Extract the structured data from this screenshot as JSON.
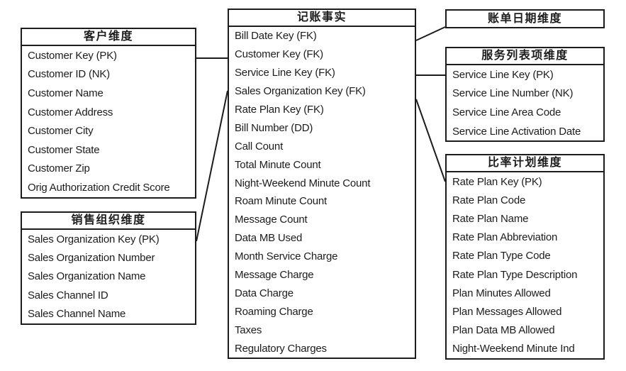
{
  "entities": {
    "customer": {
      "title": "客户维度",
      "rows": [
        "Customer Key (PK)",
        "Customer ID (NK)",
        "Customer Name",
        "Customer Address",
        "Customer City",
        "Customer State",
        "Customer Zip",
        "Orig Authorization Credit Score"
      ]
    },
    "sales_org": {
      "title": "销售组织维度",
      "rows": [
        "Sales Organization Key (PK)",
        "Sales Organization Number",
        "Sales Organization Name",
        "Sales Channel ID",
        "Sales Channel Name"
      ]
    },
    "fact": {
      "title": "记账事实",
      "rows": [
        "Bill Date Key (FK)",
        "Customer Key (FK)",
        "Service Line Key (FK)",
        "Sales Organization Key (FK)",
        "Rate Plan Key (FK)",
        "Bill Number (DD)",
        "Call Count",
        "Total Minute Count",
        "Night-Weekend Minute Count",
        "Roam Minute Count",
        "Message Count",
        "Data MB Used",
        "Month Service Charge",
        "Message Charge",
        "Data Charge",
        "Roaming Charge",
        "Taxes",
        "Regulatory Charges"
      ]
    },
    "bill_date": {
      "title": "账单日期维度",
      "rows": []
    },
    "service_line": {
      "title": "服务列表项维度",
      "rows": [
        "Service Line Key (PK)",
        "Service Line Number (NK)",
        "Service Line Area Code",
        "Service Line Activation Date"
      ]
    },
    "rate_plan": {
      "title": "比率计划维度",
      "rows": [
        "Rate Plan Key (PK)",
        "Rate Plan Code",
        "Rate Plan Name",
        "Rate Plan Abbreviation",
        "Rate Plan Type Code",
        "Rate Plan Type Description",
        "Plan Minutes Allowed",
        "Plan Messages Allowed",
        "Plan Data MB Allowed",
        "Night-Weekend Minute Ind"
      ]
    }
  },
  "connections": [
    {
      "from": "customer",
      "to": "fact"
    },
    {
      "from": "sales_org",
      "to": "fact"
    },
    {
      "from": "fact",
      "to": "bill_date"
    },
    {
      "from": "fact",
      "to": "service_line"
    },
    {
      "from": "fact",
      "to": "rate_plan"
    }
  ],
  "colors": {
    "line": "#1c1c1c",
    "text": "#1c1c1c",
    "background": "#ffffff"
  }
}
